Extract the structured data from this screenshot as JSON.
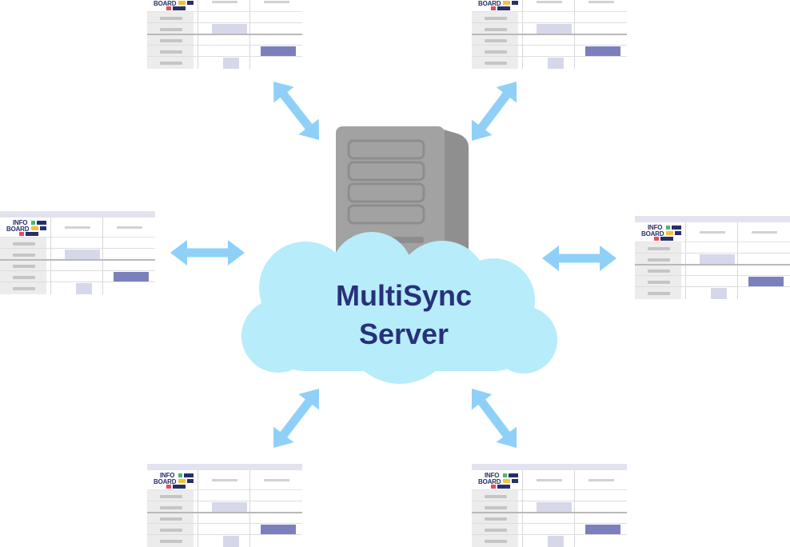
{
  "server": {
    "line1": "MultiSync",
    "line2": "Server"
  },
  "board_logo": {
    "line1": "INFO",
    "line2": "BOARD"
  },
  "colors": {
    "cloud": "#b7ecfa",
    "server_body": "#a0a0a0",
    "server_side": "#8e8e8e",
    "arrow": "#8fd0f8",
    "text": "#27317a",
    "logo_green": "#4bb96b",
    "logo_yellow": "#f2c23c",
    "logo_navy": "#27306a",
    "logo_red": "#e0505d",
    "cell_light": "#d6d8ea",
    "cell_dark": "#7b80bd"
  },
  "icons": [
    "server-icon",
    "cloud-icon",
    "double-arrow-icon"
  ]
}
